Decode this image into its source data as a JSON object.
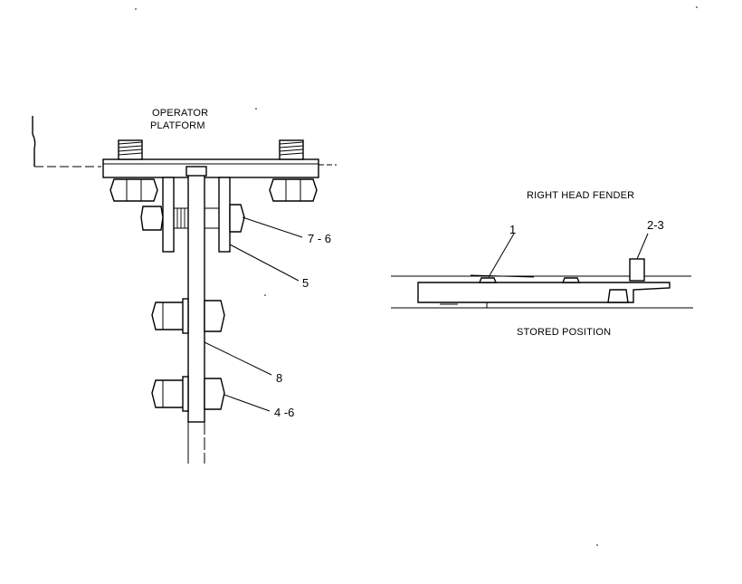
{
  "left_view": {
    "title_line1": "OPERATOR",
    "title_line2": "PLATFORM",
    "callouts": [
      {
        "id": "callout-7-6",
        "text": "7 - 6"
      },
      {
        "id": "callout-5",
        "text": "5"
      },
      {
        "id": "callout-8",
        "text": "8"
      },
      {
        "id": "callout-4-6",
        "text": "4 -6"
      }
    ]
  },
  "right_view": {
    "title": "RIGHT HEAD FENDER",
    "caption": "STORED POSITION",
    "callouts": [
      {
        "id": "callout-1",
        "text": "1"
      },
      {
        "id": "callout-2-3",
        "text": "2-3"
      }
    ]
  }
}
